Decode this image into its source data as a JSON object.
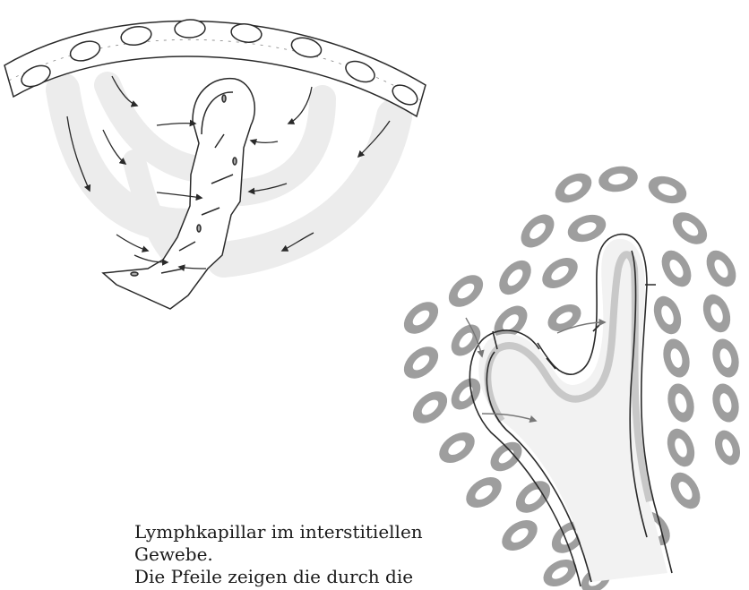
{
  "figure": {
    "caption_lines": [
      "Lymphkapillar im interstitiellen",
      "Gewebe.",
      "Die Pfeile zeigen die durch die"
    ],
    "colors": {
      "line": "#2a2a2a",
      "flow_shading": "#ebebeb",
      "tissue_cells": "#9e9e9e",
      "vessel_fill": "#ffffff"
    },
    "panels": [
      "interstitial-flow-sketch",
      "capillary-in-tissue-sketch"
    ]
  }
}
